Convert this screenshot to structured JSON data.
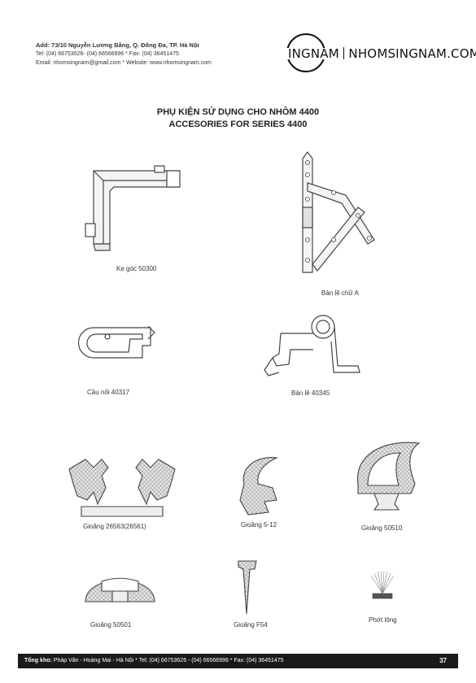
{
  "header": {
    "address": "Add: 73/10 Nguyễn Lương Bằng, Q. Đống Đa, TP. Hà Nội",
    "tel": "Tel: (04) 66753626- (04) 66566996 * Fax: (04) 36451475",
    "email": "Email: nhomsingnam@gmail.com * Website: www.nhomsingnam.com",
    "logo_left": "INGNAM",
    "logo_right": "NHOMSINGNAM.COM"
  },
  "title": {
    "line1": "PHỤ KIỆN SỬ DỤNG CHO NHÔM 4400",
    "line2": "ACCESORIES FOR SERIES 4400"
  },
  "items": {
    "ke_goc": "Ke góc 50300",
    "ban_le_chu_a": "Bản lề chữ A",
    "cau_noi": "Cầu nối 40317",
    "ban_le_40345": "Bản lề 40345",
    "gioang_26563": "Gioăng 26563(26561)",
    "gioang_5_12": "Gioăng 5-12",
    "gioang_50510": "Gioăng 50510",
    "gioang_50501": "Gioăng 50501",
    "gioang_f54": "Gioăng F54",
    "phot_long": "Phớt lông"
  },
  "footer": {
    "label": "Tổng kho:",
    "text": "Pháp Vân - Hoàng Mai - Hà Nội * Tel: (04) 66753626 - (04) 66566996 * Fax: (04) 36451475",
    "page_number": "37"
  },
  "colors": {
    "footer_bg": "#1a1a1a",
    "hatch": "#cfcfcf",
    "line": "#444444"
  }
}
